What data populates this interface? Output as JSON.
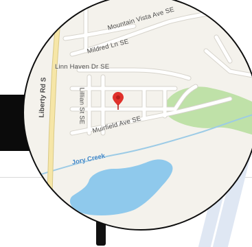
{
  "map": {
    "streets": {
      "mountain_vista": "Mountain Vista Ave SE",
      "mildred": "Mildred Ln SE",
      "linn_haven": "Linn Haven Dr SE",
      "lillian": "Lillian St SE",
      "muirfield": "Muirfield Ave SE",
      "liberty": "Liberty Rd S"
    },
    "water": {
      "creek": "Jory Creek"
    },
    "colors": {
      "land": "#f4f2ec",
      "road": "#ffffff",
      "road_outline": "#d6d3cb",
      "major_road": "#f6e6a7",
      "park": "#bfe1a8",
      "water": "#8fc9ec",
      "creek": "#9ccbe6",
      "pin": "#e0312b"
    },
    "icons": {
      "pin": "map-pin-icon"
    }
  }
}
